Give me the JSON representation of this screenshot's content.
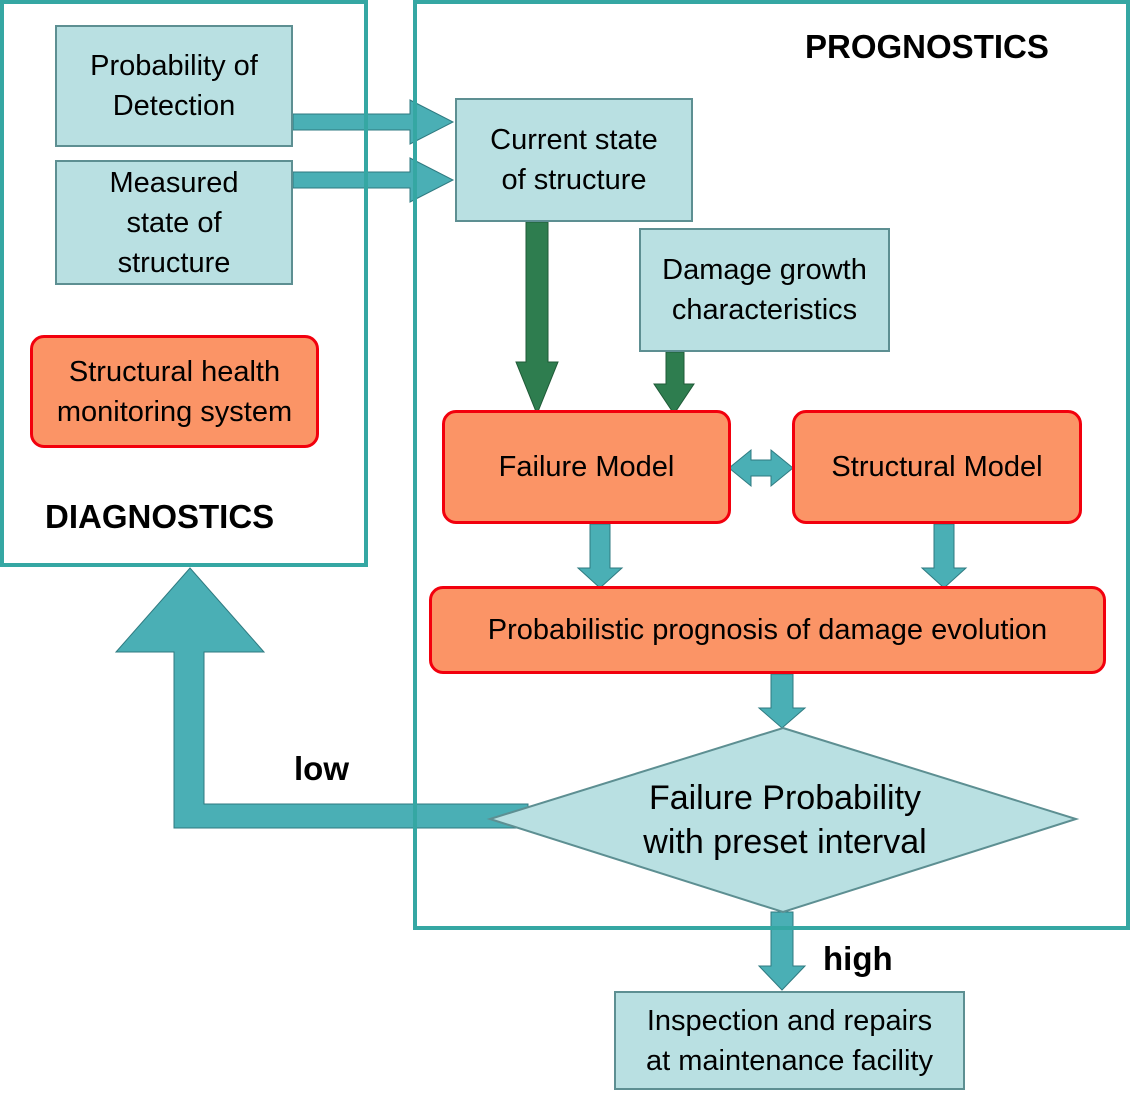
{
  "panels": {
    "diagnostics_title": "DIAGNOSTICS",
    "prognostics_title": "PROGNOSTICS"
  },
  "nodes": {
    "probability_of_detection": [
      "Probability of",
      "Detection"
    ],
    "measured_state": [
      "Measured",
      "state of",
      "structure"
    ],
    "shm_system": [
      "Structural health",
      "monitoring system"
    ],
    "current_state": [
      "Current state",
      "of structure"
    ],
    "damage_growth": [
      "Damage growth",
      "characteristics"
    ],
    "failure_model": "Failure Model",
    "structural_model": "Structural Model",
    "probabilistic_prognosis": "Probabilistic prognosis of damage evolution",
    "failure_probability": [
      "Failure Probability",
      "with preset interval"
    ],
    "inspection": [
      "Inspection and repairs",
      "at maintenance facility"
    ]
  },
  "edges": {
    "low_label": "low",
    "high_label": "high"
  },
  "colors": {
    "panel_border": "#35A7A3",
    "teal_fill": "#B9E0E2",
    "teal_arrow": "#4AAFB5",
    "orange_fill": "#FB9466",
    "orange_border": "#F2000D",
    "green_arrow": "#2E7D4F"
  }
}
